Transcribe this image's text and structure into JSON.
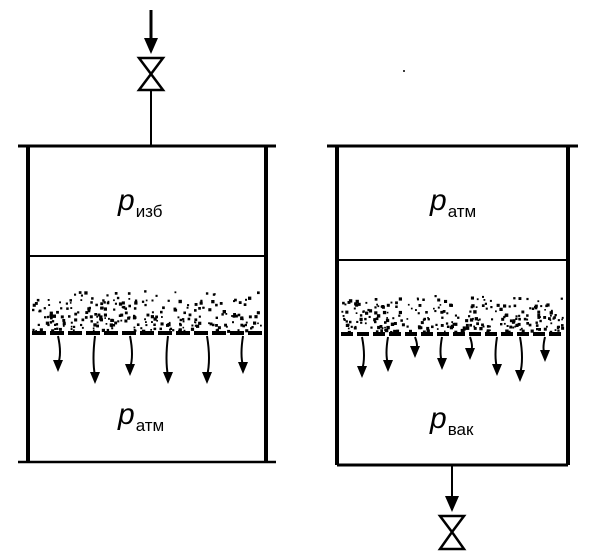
{
  "left_filter": {
    "top_pressure": {
      "symbol": "p",
      "subscript": "изб"
    },
    "bottom_pressure": {
      "symbol": "p",
      "subscript": "атм"
    }
  },
  "right_filter": {
    "top_pressure": {
      "symbol": "p",
      "subscript": "атм"
    },
    "bottom_pressure": {
      "symbol": "p",
      "subscript": "вак"
    }
  },
  "colors": {
    "ink": "#000000",
    "background": "#ffffff"
  },
  "icons": [
    "valve-icon",
    "arrow-down-icon"
  ]
}
